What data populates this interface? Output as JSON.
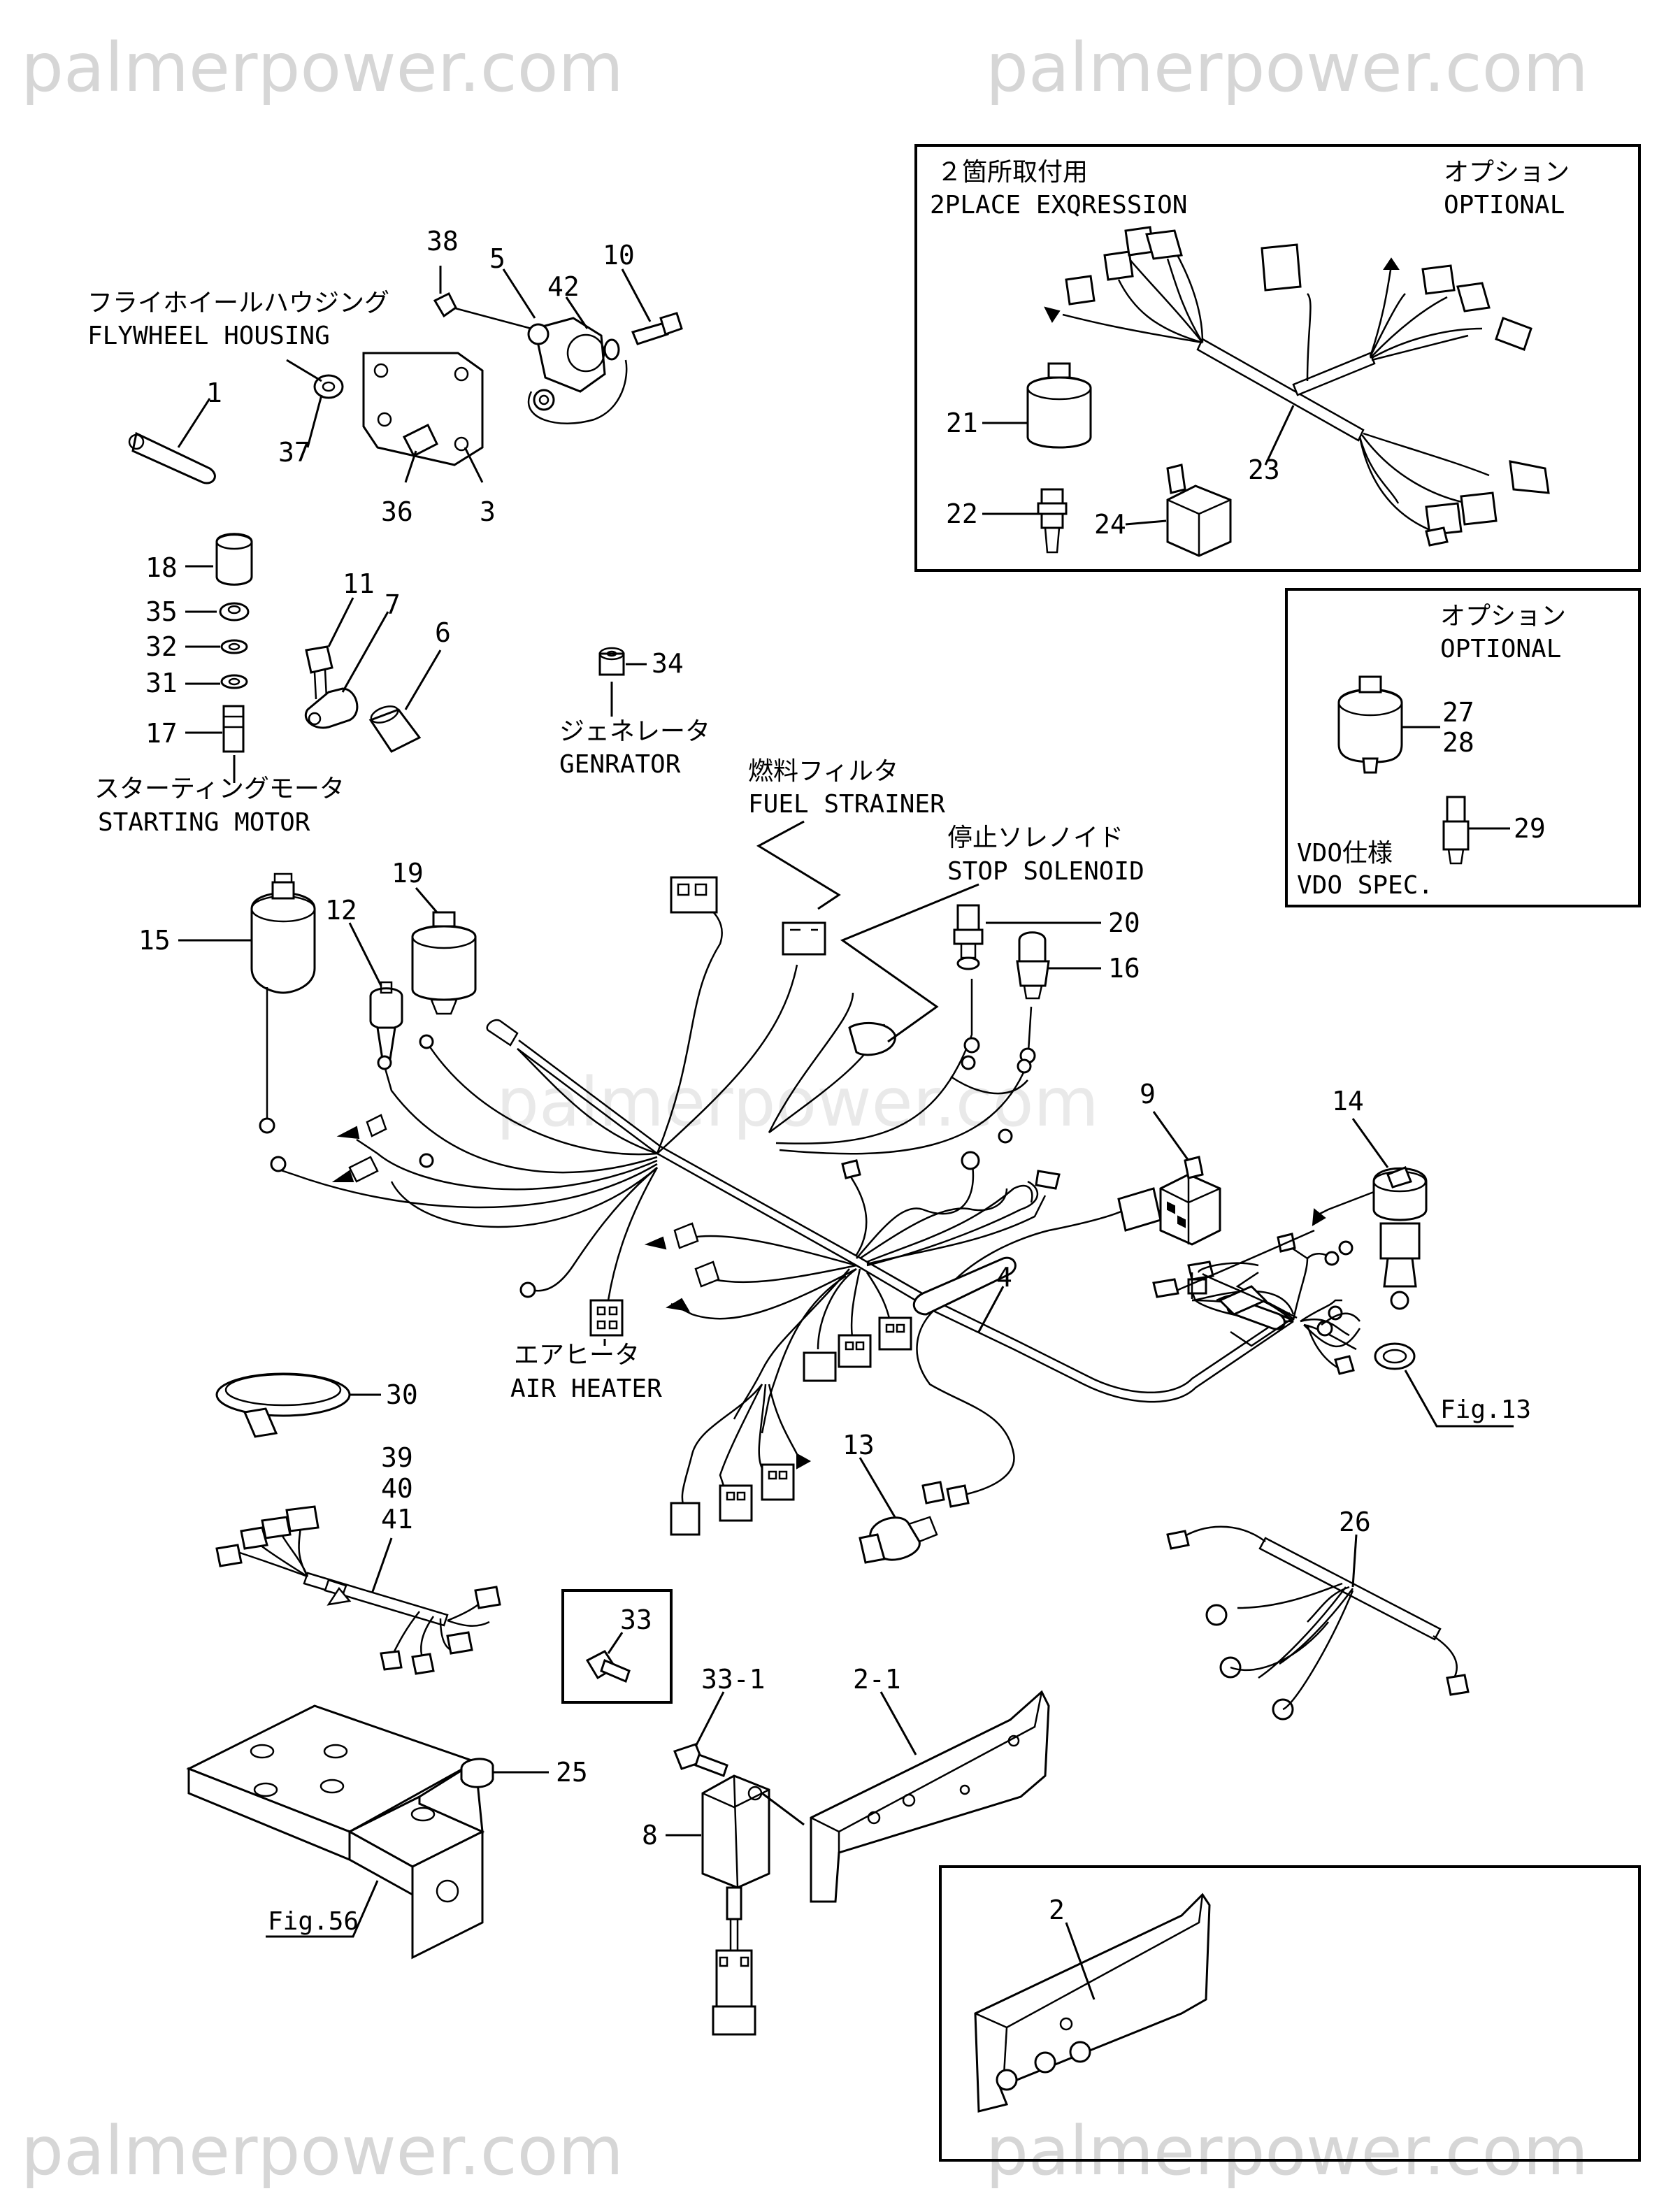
{
  "watermarks": [
    "palmerpower.com",
    "palmerpower.com",
    "palmerpower.com",
    "palmerpower.com",
    "palmerpower.com"
  ],
  "labels": {
    "flywheel_jp": "フライホイールハウジング",
    "flywheel_en": "FLYWHEEL HOUSING",
    "starting_jp": "スターティングモータ",
    "starting_en": "STARTING MOTOR",
    "generator_jp": "ジェネレータ",
    "generator_en": "GENRATOR",
    "fuel_jp": "燃料フィルタ",
    "fuel_en": "FUEL STRAINER",
    "stop_jp": "停止ソレノイド",
    "stop_en": "STOP SOLENOID",
    "air_jp": "エアヒータ",
    "air_en": "AIR HEATER",
    "box1_left_jp": "２箇所取付用",
    "box1_left_en": "2PLACE EXQRESSION",
    "box1_right_jp": "オプション",
    "box1_right_en": "OPTIONAL",
    "box2_jp": "オプション",
    "box2_en": "OPTIONAL",
    "vdo_jp": "VDO仕様",
    "vdo_en": "VDO SPEC.",
    "fig13": "Fig.13",
    "fig56": "Fig.56"
  },
  "callouts": {
    "c1": "1",
    "c2": "2",
    "c2_1": "2-1",
    "c3": "3",
    "c4": "4",
    "c5": "5",
    "c6": "6",
    "c7": "7",
    "c8": "8",
    "c9": "9",
    "c10": "10",
    "c11": "11",
    "c12": "12",
    "c13": "13",
    "c14": "14",
    "c15": "15",
    "c16": "16",
    "c17": "17",
    "c18": "18",
    "c19": "19",
    "c20": "20",
    "c21": "21",
    "c22": "22",
    "c23": "23",
    "c24": "24",
    "c25": "25",
    "c26": "26",
    "c27": "27",
    "c28": "28",
    "c29": "29",
    "c30": "30",
    "c31": "31",
    "c32": "32",
    "c33": "33",
    "c33_1": "33-1",
    "c34": "34",
    "c35": "35",
    "c36": "36",
    "c37": "37",
    "c38": "38",
    "c39": "39",
    "c40": "40",
    "c41": "41",
    "c42": "42"
  }
}
